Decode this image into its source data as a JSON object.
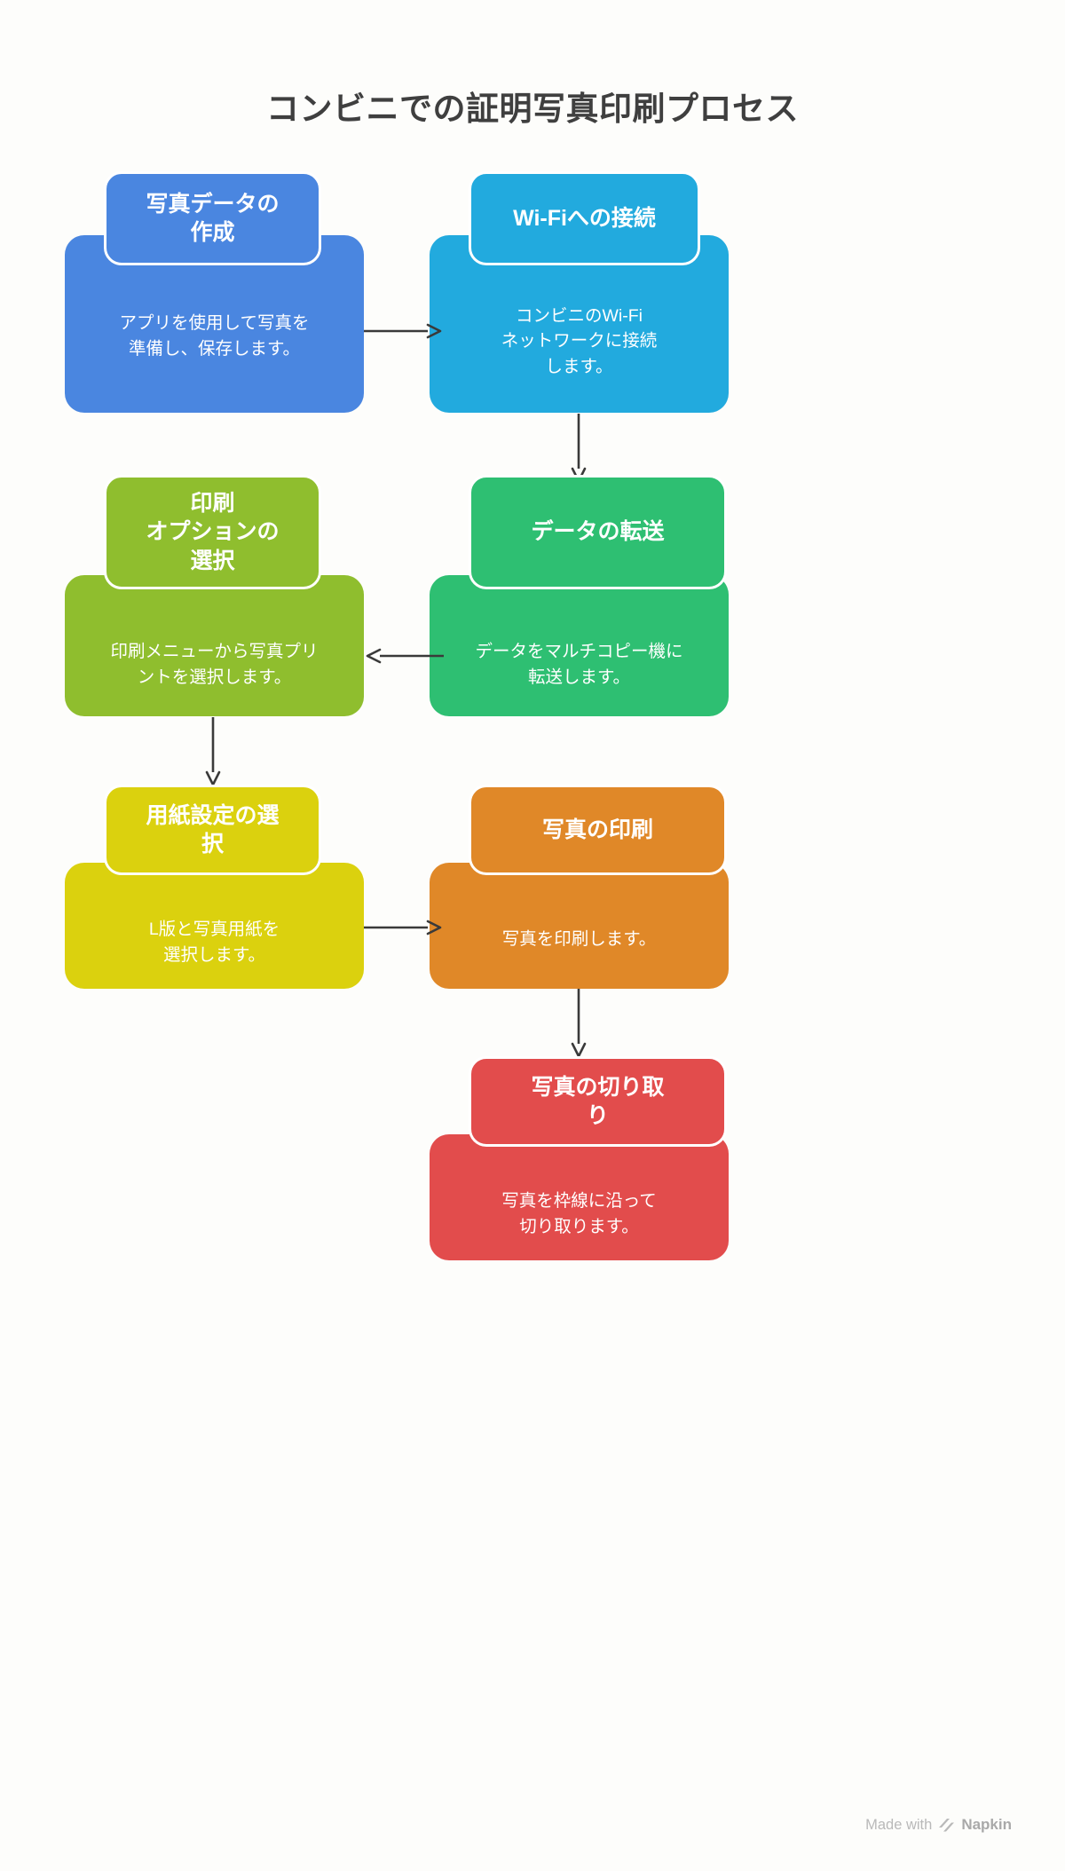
{
  "title": "コンビニでの証明写真印刷プロセス",
  "diagram_data": {
    "type": "flowchart",
    "layout": "zigzag-two-column",
    "background": "#fdfdfb",
    "title_color": "#3f3f3f",
    "nodes": [
      {
        "id": "step-1",
        "order": 1,
        "title": "写真データの\n作成",
        "description": "アプリを使用して写真を\n準備し、保存します。",
        "color": "#4a86e0",
        "column": "left",
        "row": 1
      },
      {
        "id": "step-2",
        "order": 2,
        "title": "Wi-Fiへの接続",
        "description": "コンビニのWi-Fi\nネットワークに接続\nします。",
        "color": "#22aade",
        "column": "right",
        "row": 1
      },
      {
        "id": "step-3",
        "order": 3,
        "title": "データの転送",
        "description": "データをマルチコピー機に\n転送します。",
        "color": "#2ebf72",
        "column": "right",
        "row": 2
      },
      {
        "id": "step-4",
        "order": 4,
        "title": "印刷\nオプションの\n選択",
        "description": "印刷メニューから写真プリ\nントを選択します。",
        "color": "#8fbe2e",
        "column": "left",
        "row": 2
      },
      {
        "id": "step-5",
        "order": 5,
        "title": "用紙設定の選\n択",
        "description": "L版と写真用紙を\n選択します。",
        "color": "#dbd10e",
        "column": "left",
        "row": 3
      },
      {
        "id": "step-6",
        "order": 6,
        "title": "写真の印刷",
        "description": "写真を印刷します。",
        "color": "#e08828",
        "column": "right",
        "row": 3
      },
      {
        "id": "step-7",
        "order": 7,
        "title": "写真の切り取\nり",
        "description": "写真を枠線に沿って\n切り取ります。",
        "color": "#e24c4c",
        "column": "right",
        "row": 4
      }
    ],
    "edges": [
      {
        "from": "step-1",
        "to": "step-2",
        "direction": "right"
      },
      {
        "from": "step-2",
        "to": "step-3",
        "direction": "down"
      },
      {
        "from": "step-3",
        "to": "step-4",
        "direction": "left"
      },
      {
        "from": "step-4",
        "to": "step-5",
        "direction": "down"
      },
      {
        "from": "step-5",
        "to": "step-6",
        "direction": "right"
      },
      {
        "from": "step-6",
        "to": "step-7",
        "direction": "down"
      }
    ],
    "arrow_color": "#3a3a3a"
  },
  "watermark": {
    "made_with": "Made with",
    "brand": "Napkin"
  }
}
